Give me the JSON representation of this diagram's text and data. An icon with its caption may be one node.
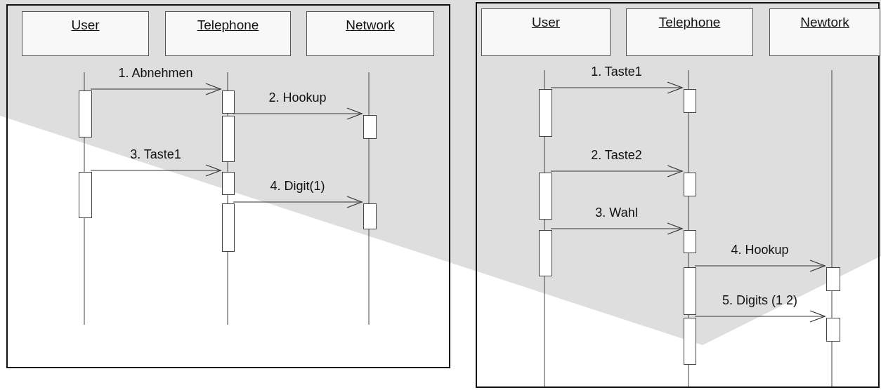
{
  "diagram": {
    "nodes": [
      {
        "text": [],
        "shape": "box"
      },
      {
        "text": [
          "User"
        ],
        "in": 0
      },
      {
        "text": [
          "Telephone"
        ],
        "in": 0
      },
      {
        "text": [
          "Network"
        ],
        "in": 0
      },
      {
        "text": [],
        "shape": "bar",
        "in": 0
      },
      {
        "text": [],
        "shape": "bar",
        "in": 0
      },
      {
        "text": [],
        "shape": "bar",
        "in": 0
      },
      {
        "text": [],
        "shape": "bar",
        "in": 0
      },
      {
        "text": [],
        "shape": "bar",
        "in": 0
      },
      {
        "text": [],
        "shape": "bar",
        "in": 0
      },
      {
        "text": [],
        "shape": "bar",
        "in": 0
      },
      {
        "text": [],
        "shape": "bar",
        "in": 0
      },
      {
        "text": [],
        "shape": "box"
      },
      {
        "text": [
          "User"
        ],
        "in": 12
      },
      {
        "text": [
          "Telephone"
        ],
        "in": 12
      },
      {
        "text": [
          "Newtork"
        ],
        "in": 12
      },
      {
        "text": [],
        "shape": "bar",
        "in": 12
      },
      {
        "text": [],
        "shape": "bar",
        "in": 12
      },
      {
        "text": [],
        "shape": "bar",
        "in": 12
      },
      {
        "text": [],
        "shape": "bar",
        "in": 12
      },
      {
        "text": [],
        "shape": "bar",
        "in": 12
      },
      {
        "text": [],
        "shape": "bar",
        "in": 12
      },
      {
        "text": [],
        "shape": "bar",
        "in": 12
      },
      {
        "text": [],
        "shape": "bar",
        "in": 12
      },
      {
        "text": [],
        "shape": "bar",
        "in": 12
      },
      {
        "text": [],
        "shape": "bar",
        "in": 12
      }
    ],
    "edges": [
      {
        "from": 4,
        "to": 5,
        "arrow": "to",
        "label": "1. Abnehmen"
      },
      {
        "from": 6,
        "to": 7,
        "arrow": "to",
        "label": "2. Hookup"
      },
      {
        "from": 8,
        "to": 9,
        "arrow": "to",
        "label": "3. Taste1"
      },
      {
        "from": 10,
        "to": 11,
        "arrow": "to",
        "label": "4. Digit(1)"
      },
      {
        "from": 16,
        "to": 17,
        "arrow": "to",
        "label": "1. Taste1"
      },
      {
        "from": 18,
        "to": 19,
        "arrow": "to",
        "label": "2. Taste2"
      },
      {
        "from": 20,
        "to": 21,
        "arrow": "to",
        "label": "3. Wahl"
      },
      {
        "from": 22,
        "to": 23,
        "arrow": "to",
        "label": "4. Hookup"
      },
      {
        "from": 24,
        "to": 25,
        "arrow": "to",
        "label": "5. Digits (1 2)"
      }
    ]
  }
}
